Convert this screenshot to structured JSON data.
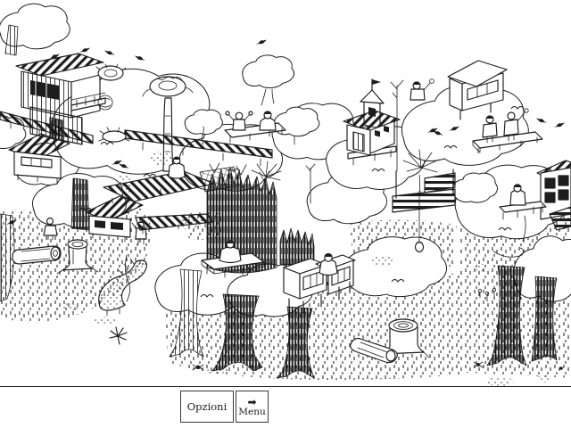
{
  "scene": {
    "background_color": "#ffffff",
    "ink_color": "#1d1d1d",
    "style": "black-and-white hand-drawn hidden-object forest",
    "objects": [
      "cloud-shaped tree canopies",
      "two-story plank treehouse with birds on roof",
      "striped walkway bridges",
      "gabled cabin with striped roof",
      "small cabin with climbing figure",
      "chapel treehouse with flag",
      "stilt cabin",
      "picnic platforms with villagers",
      "twin stilt cabins with sitting figure",
      "dark sapling thicket with net",
      "tall trunk topped by a bird nest",
      "bird nests and scribble bush",
      "fallen logs and tree stumps",
      "long-necked creature",
      "hanging lantern on a rope",
      "palm-like fronds",
      "birds and beetles",
      "dashed grass ground"
    ]
  },
  "controls": {
    "options_button": {
      "label": "Opzioni"
    },
    "menu_button": {
      "label": "Menu",
      "arrow_icon": "➡"
    }
  }
}
